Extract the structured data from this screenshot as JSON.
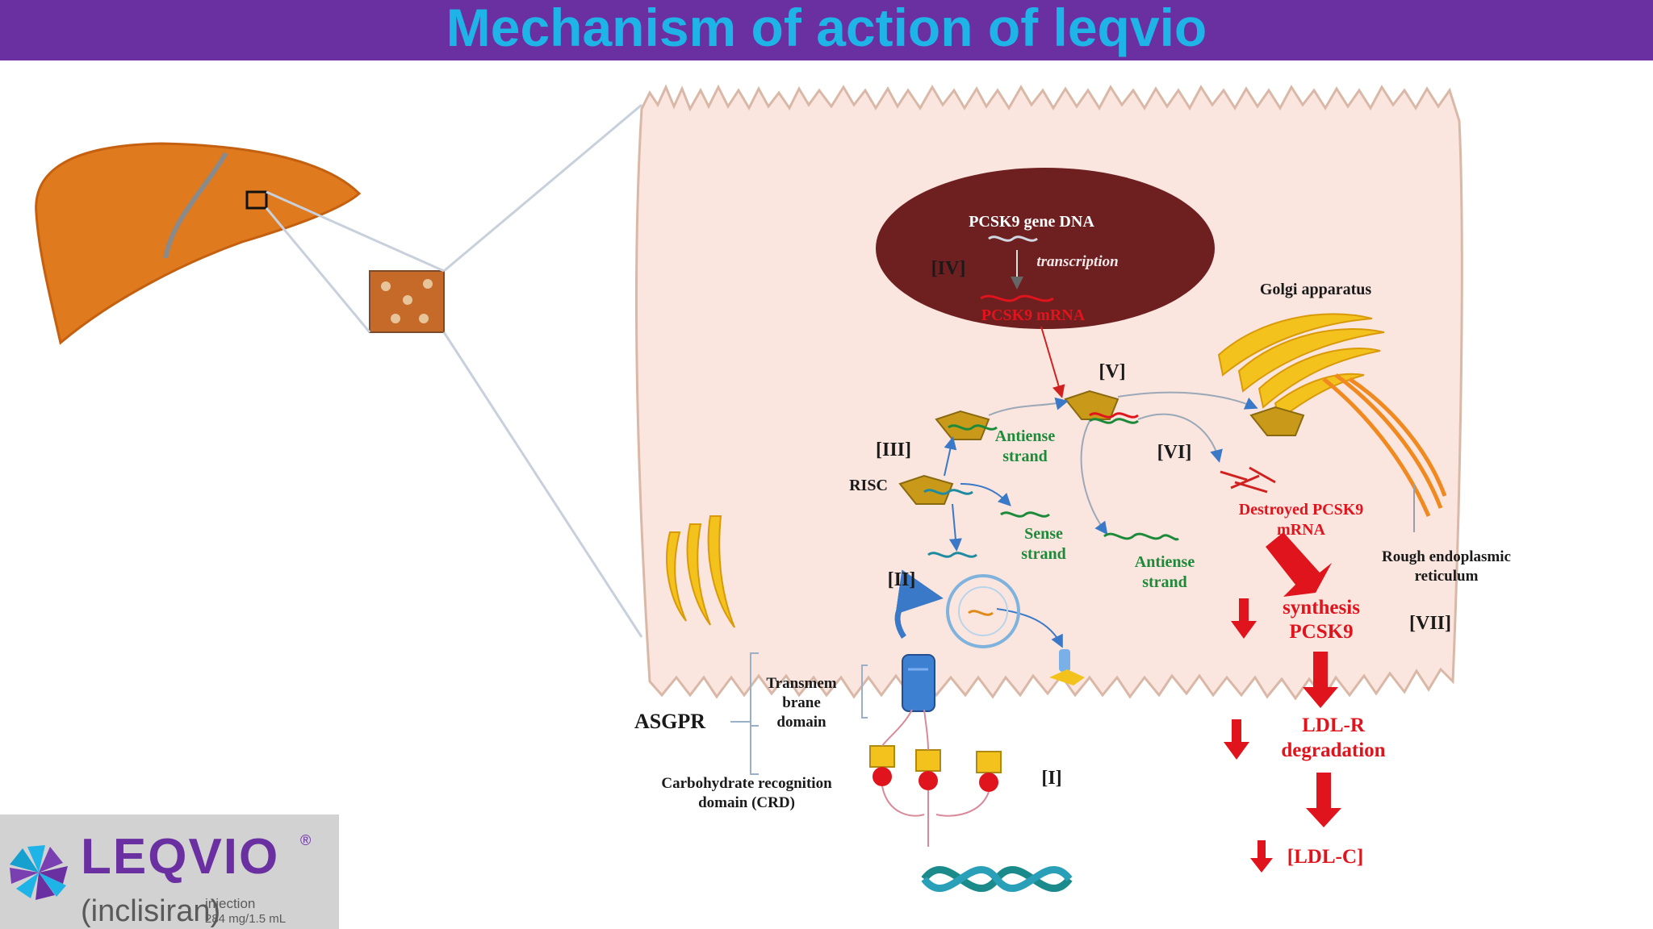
{
  "title": "Mechanism of action of leqvio",
  "diagram": {
    "nucleus": {
      "gene_label": "PCSK9 gene DNA",
      "transcription": "transcription",
      "mrna": "PCSK9 mRNA"
    },
    "steps": {
      "I": "[I]",
      "II": "[II]",
      "III": "[III]",
      "IV": "[IV]",
      "V": "[V]",
      "VI": "[VI]",
      "VII": "[VII]"
    },
    "labels": {
      "golgi": "Golgi apparatus",
      "antisense_top_1": "Antiense",
      "antisense_top_2": "strand",
      "risc": "RISC",
      "sense_1": "Sense",
      "sense_2": "strand",
      "antisense_bottom_1": "Antiense",
      "antisense_bottom_2": "strand",
      "destroyed_1": "Destroyed PCSK9",
      "destroyed_2": "mRNA",
      "rer_1": "Rough endoplasmic",
      "rer_2": "reticulum",
      "synthesis_1": "synthesis",
      "synthesis_2": "PCSK9",
      "ldlr_1": "LDL-R",
      "ldlr_2": "degradation",
      "ldlc": "[LDL-C]",
      "asgpr": "ASGPR",
      "tm_1": "Transmem",
      "tm_2": "brane",
      "tm_3": "domain",
      "crd_1": "Carbohydrate recognition",
      "crd_2": "domain (CRD)"
    },
    "colors": {
      "banner": "#6a2fa0",
      "title": "#1fb4e8",
      "cell": "#fbe6df",
      "nucleus": "#6e1f20",
      "red_text": "#e0141c",
      "green_text": "#1d8a3a"
    }
  },
  "logo": {
    "name": "LEQVIO",
    "reg": "®",
    "generic": "(inclisiran)",
    "route": "injection",
    "dose": "284 mg/1.5 mL"
  }
}
